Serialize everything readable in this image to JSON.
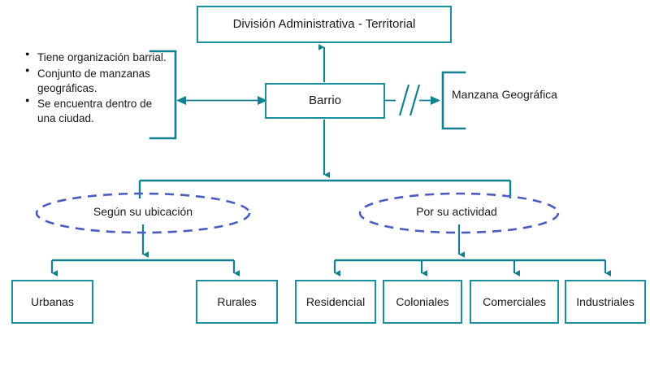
{
  "diagram": {
    "title_box": {
      "label": "División Administrativa - Territorial"
    },
    "center_box": {
      "label": "Barrio"
    },
    "side_note": {
      "bullets": [
        "Tiene organización barrial.",
        "Conjunto de manzanas geográficas.",
        "Se encuentra dentro de una ciudad."
      ]
    },
    "related_node": {
      "label": "Manzana Geográfica"
    },
    "groups": [
      {
        "label": "Según su ubicación",
        "children": [
          {
            "label": "Urbanas"
          },
          {
            "label": "Rurales"
          }
        ]
      },
      {
        "label": "Por su actividad",
        "children": [
          {
            "label": "Residencial"
          },
          {
            "label": "Coloniales"
          },
          {
            "label": "Comerciales"
          },
          {
            "label": "Industriales"
          }
        ]
      }
    ],
    "colors": {
      "box_border": "#1b8fa0",
      "connector": "#13808f",
      "ellipse_dash": "#4a5cc0",
      "text": "#1a1a1a",
      "background": "#ffffff"
    }
  }
}
